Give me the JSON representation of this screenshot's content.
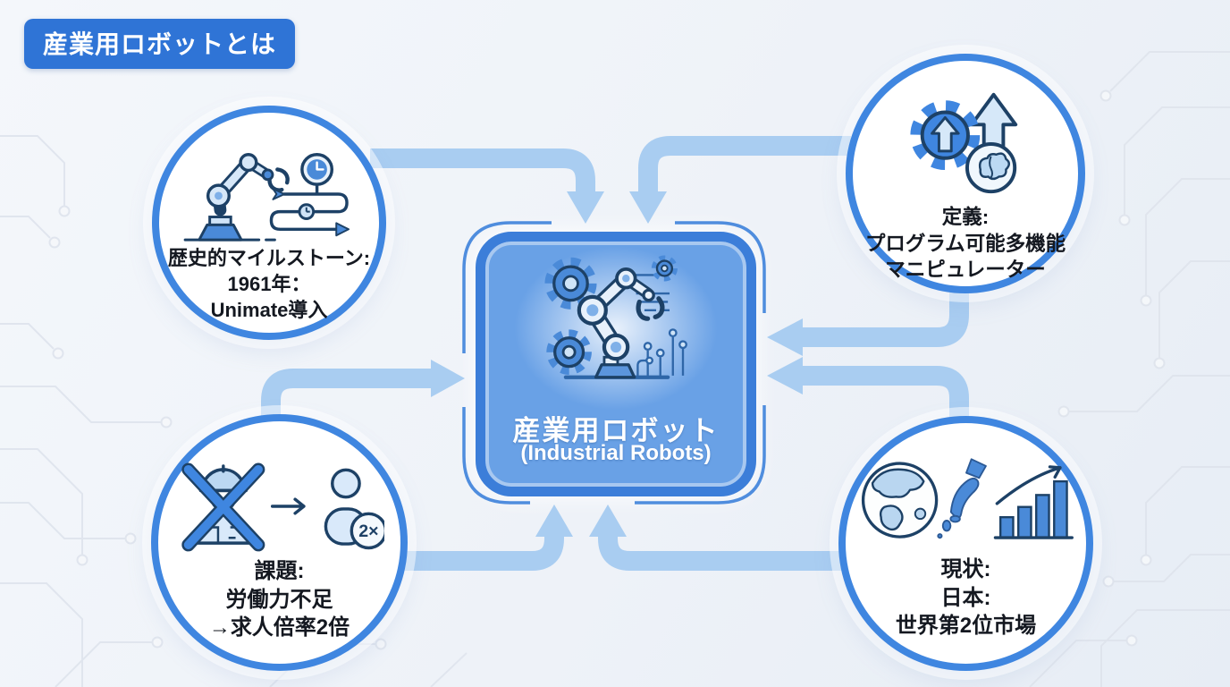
{
  "title_badge": {
    "label": "産業用ロボットとは"
  },
  "center_node": {
    "icon": "robot-arm-circuit-icon",
    "title": "産業用ロボット",
    "subtitle": "(Industrial Robots)"
  },
  "nodes": {
    "history": {
      "icon": "robot-arm-timeline-clock-icon",
      "lines": [
        "歴史的マイルストーン:",
        "1961年：",
        "Unimate導入"
      ]
    },
    "definition": {
      "icon": "gear-up-arrow-brain-icon",
      "lines": [
        "定義:",
        "プログラム可能多機能",
        "マニピュレーター"
      ]
    },
    "challenge": {
      "icon": "crossed-worker-double-person-icon",
      "badge_label": "2×",
      "lines": [
        "課題:",
        "労働力不足",
        "→求人倍率2倍"
      ]
    },
    "status": {
      "icon": "globe-japan-growth-chart-icon",
      "lines": [
        "現状:",
        "日本:",
        "世界第2位市場"
      ]
    }
  },
  "colors": {
    "accent_blue": "#3f86e0",
    "badge_blue": "#2f74d6",
    "center_fill": "#69a1e6",
    "center_border": "#3c7ed9",
    "arrow_blue": "#a9cdf1",
    "icon_dark": "#1d4166",
    "text_dark": "#141820",
    "text_light": "#ffffff"
  }
}
